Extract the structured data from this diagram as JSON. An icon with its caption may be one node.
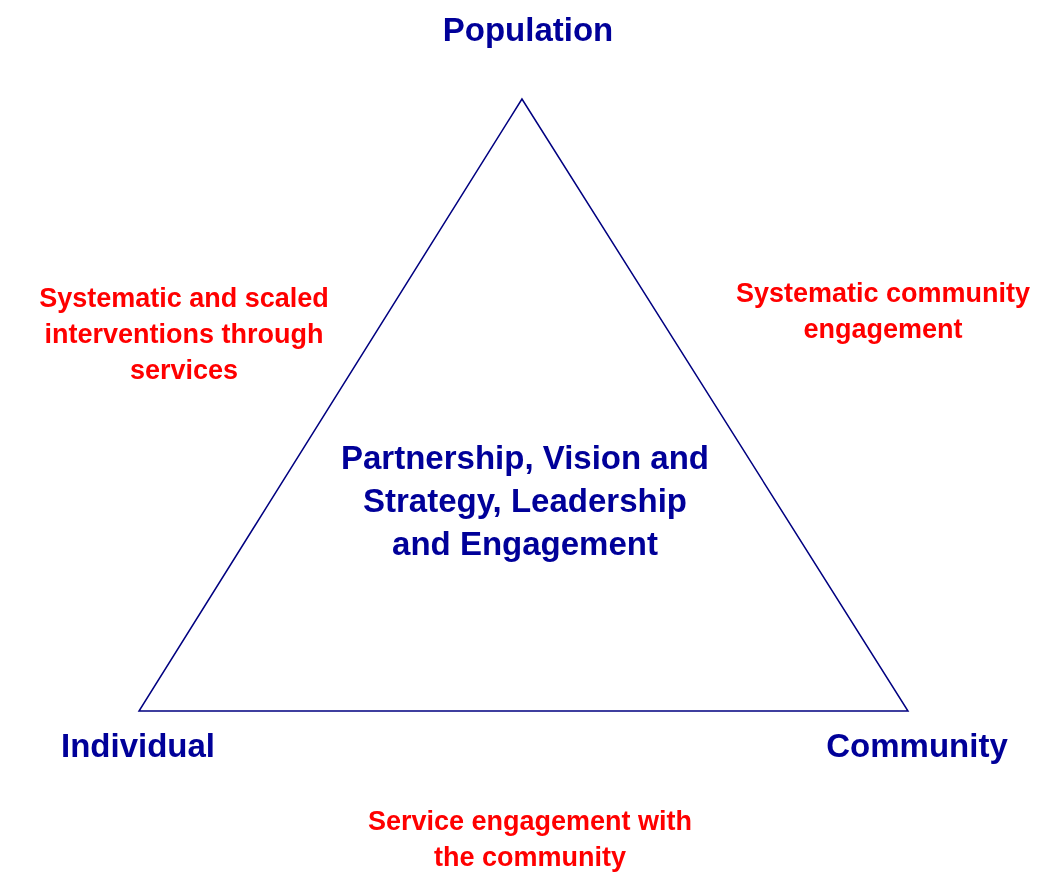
{
  "diagram": {
    "nodes": [
      {
        "text": [
          "Partnership, Vision and Strategy, Leadership and Engagement"
        ]
      }
    ],
    "edges": [],
    "labels": [
      "Population",
      "Systematic and scaled interventions through services",
      "Systematic community engagement",
      "Individual",
      "Community",
      "Service engagement with the community"
    ]
  }
}
